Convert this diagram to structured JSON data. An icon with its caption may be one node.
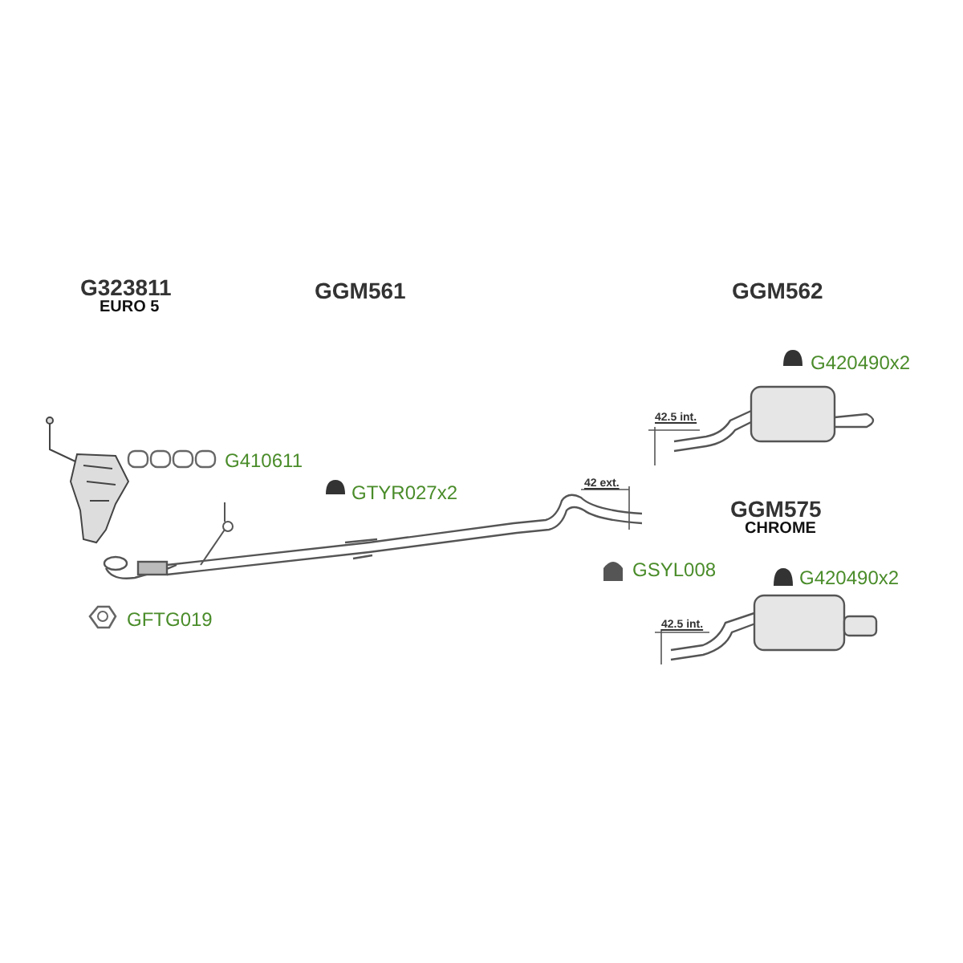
{
  "diagram": {
    "labels": [
      "G323811",
      "EURO 5",
      "GGM561",
      "GGM562",
      "G420490x2",
      "42.5 int.",
      "G410611",
      "GTYR027x2",
      "42 ext.",
      "GGM575",
      "CHROME",
      "GSYL008",
      "G420490x2",
      "GFTG019",
      "42.5 int."
    ]
  }
}
